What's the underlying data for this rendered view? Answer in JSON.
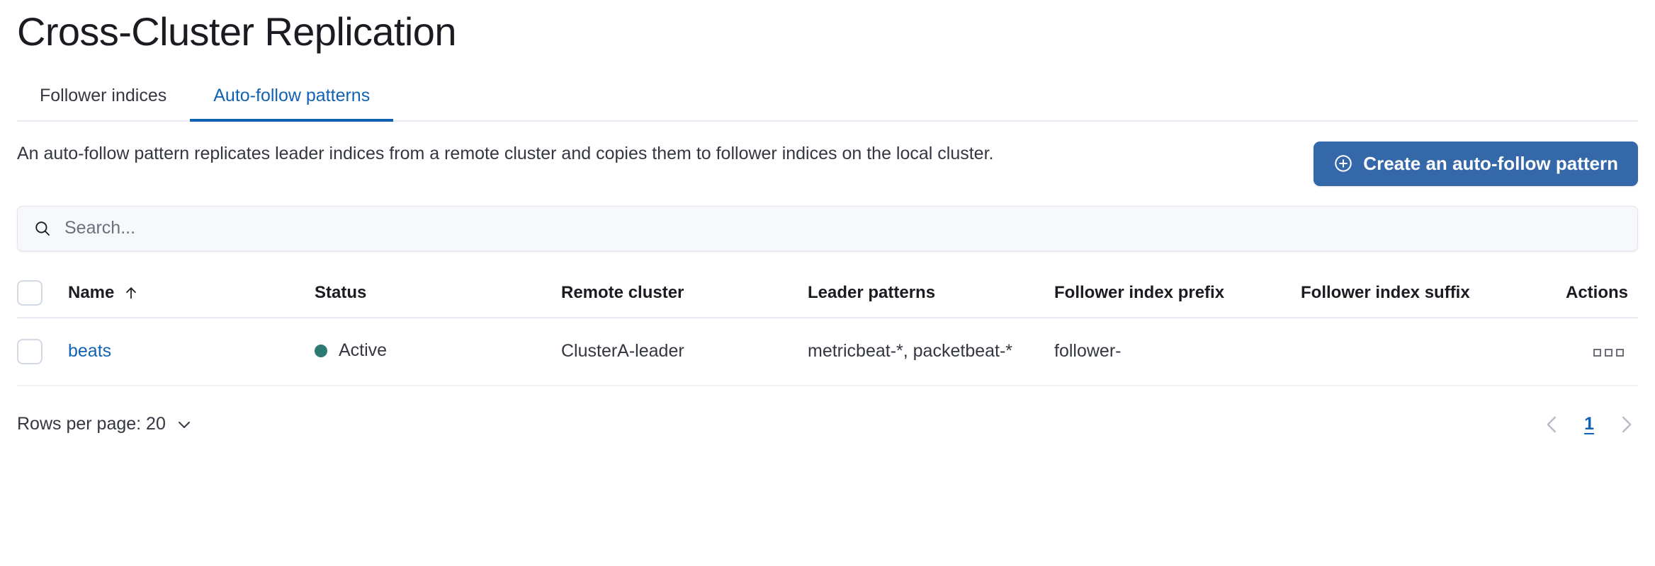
{
  "page": {
    "title": "Cross-Cluster Replication"
  },
  "tabs": [
    {
      "label": "Follower indices",
      "active": false
    },
    {
      "label": "Auto-follow patterns",
      "active": true
    }
  ],
  "intro": {
    "description": "An auto-follow pattern replicates leader indices from a remote cluster and copies them to follower indices on the local cluster.",
    "create_button_label": "Create an auto-follow pattern",
    "create_button_icon": "plus-in-circle-icon",
    "create_button_color": "#3568a8"
  },
  "search": {
    "placeholder": "Search...",
    "value": "",
    "icon": "search-icon"
  },
  "table": {
    "columns": [
      "Name",
      "Status",
      "Remote cluster",
      "Leader patterns",
      "Follower index prefix",
      "Follower index suffix",
      "Actions"
    ],
    "sorted_column": "Name",
    "sort_direction": "ascending",
    "sort_icon": "arrow-up-icon",
    "select_all_checked": false,
    "rows": [
      {
        "selected": false,
        "name": "beats",
        "status": "Active",
        "status_color": "#2c7a71",
        "remote_cluster": "ClusterA-leader",
        "leader_patterns": "metricbeat-*, packetbeat-*",
        "follower_index_prefix": "follower-",
        "follower_index_suffix": "",
        "actions_icon": "more-actions-icon"
      }
    ]
  },
  "footer": {
    "rows_per_page_label": "Rows per page: 20",
    "rows_per_page_value": "20",
    "chevron_icon": "chevron-down-icon",
    "pagination": {
      "prev_icon": "chevron-left-icon",
      "next_icon": "chevron-right-icon",
      "pages": [
        "1"
      ],
      "current_page": "1"
    }
  },
  "colors": {
    "accent_blue": "#1262b3",
    "button_blue": "#3568a8",
    "status_green": "#2c7a71",
    "text": "#343741",
    "border": "#e6ebf2"
  }
}
